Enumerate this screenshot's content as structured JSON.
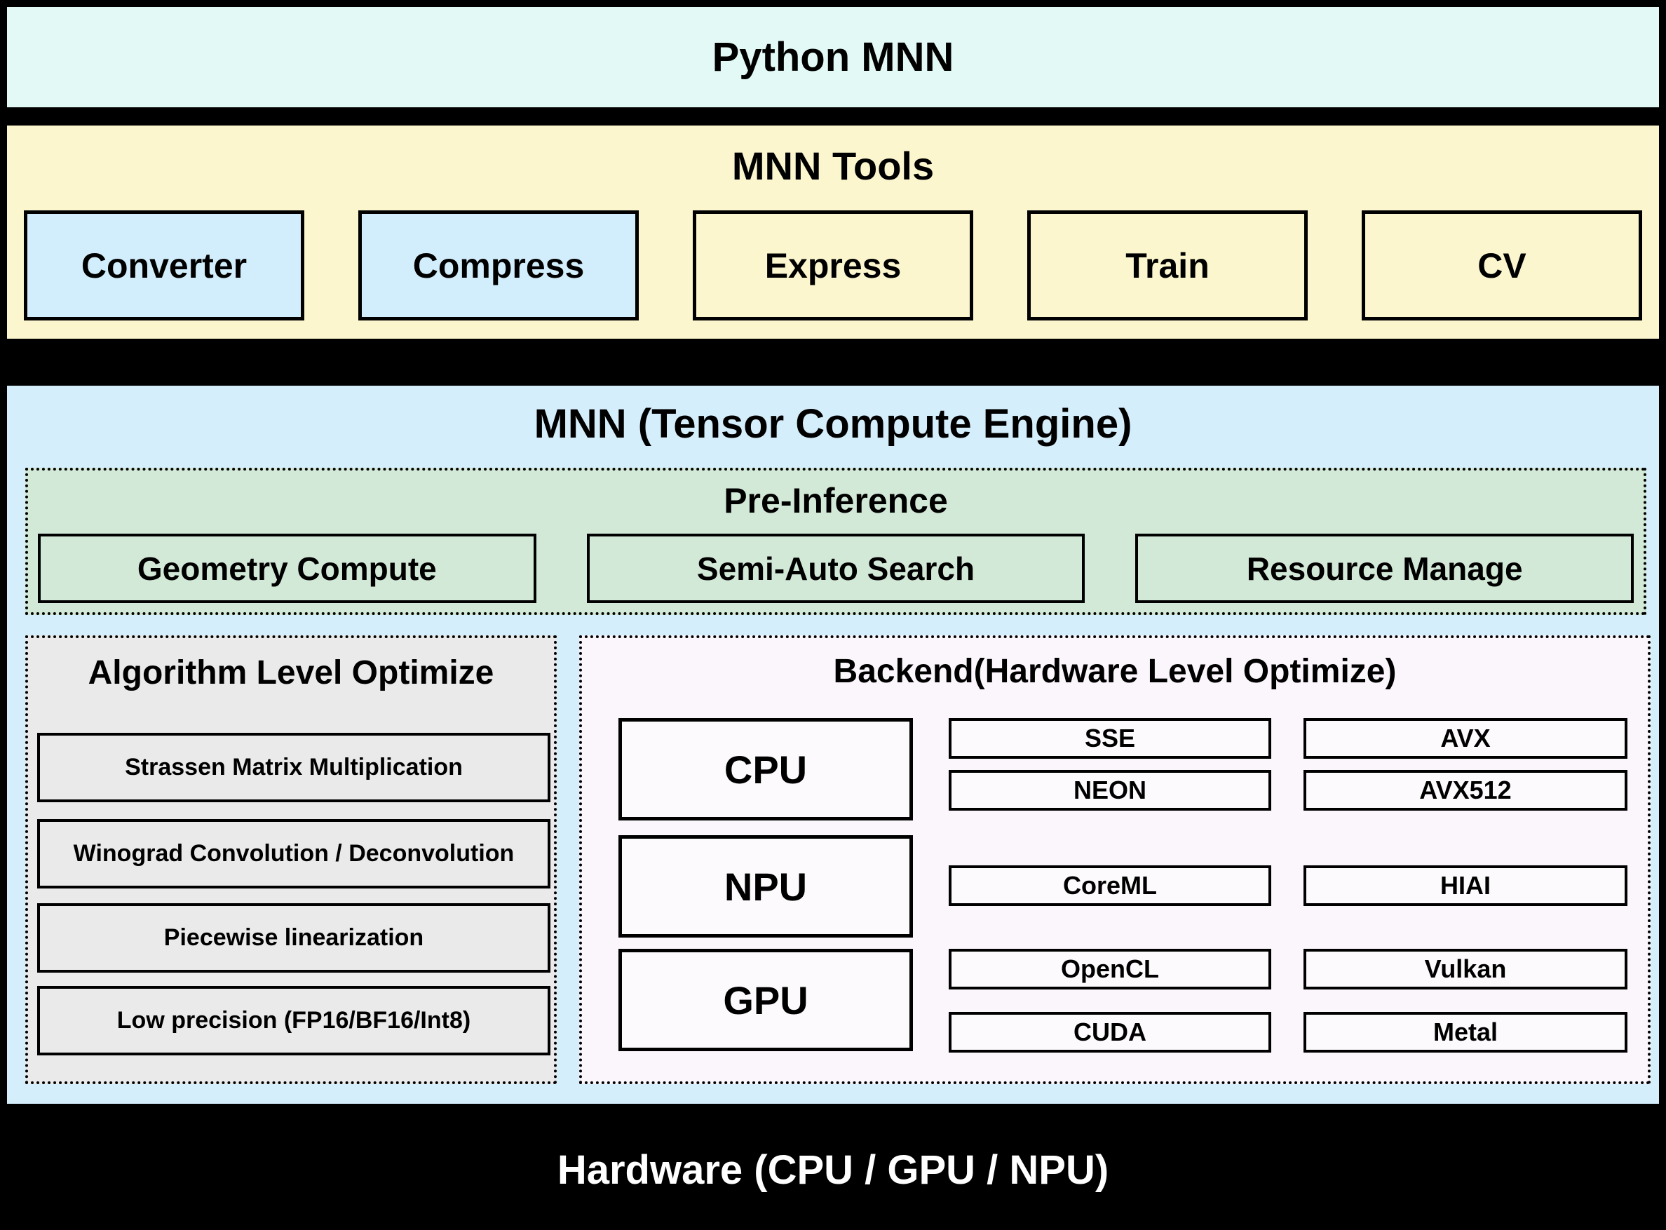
{
  "python_band": {
    "title": "Python MNN"
  },
  "tools_band": {
    "title": "MNN Tools",
    "boxes": [
      {
        "label": "Converter",
        "style": "blue"
      },
      {
        "label": "Compress",
        "style": "blue"
      },
      {
        "label": "Express",
        "style": "yellow"
      },
      {
        "label": "Train",
        "style": "yellow"
      },
      {
        "label": "CV",
        "style": "yellow"
      }
    ]
  },
  "engine_band": {
    "title": "MNN (Tensor Compute Engine)",
    "pre_inference": {
      "title": "Pre-Inference",
      "boxes": [
        {
          "label": "Geometry Compute"
        },
        {
          "label": "Semi-Auto Search"
        },
        {
          "label": "Resource Manage"
        }
      ]
    },
    "algorithm": {
      "title": "Algorithm Level Optimize",
      "items": [
        {
          "label": "Strassen Matrix Multiplication"
        },
        {
          "label": "Winograd Convolution / Deconvolution"
        },
        {
          "label": "Piecewise linearization"
        },
        {
          "label": "Low precision (FP16/BF16/Int8)"
        }
      ]
    },
    "backend": {
      "title": "Backend(Hardware Level Optimize)",
      "processors": [
        {
          "label": "CPU"
        },
        {
          "label": "NPU"
        },
        {
          "label": "GPU"
        }
      ],
      "accelerators": [
        {
          "label": "SSE"
        },
        {
          "label": "AVX"
        },
        {
          "label": "NEON"
        },
        {
          "label": "AVX512"
        },
        {
          "label": "CoreML"
        },
        {
          "label": "HIAI"
        },
        {
          "label": "OpenCL"
        },
        {
          "label": "Vulkan"
        },
        {
          "label": "CUDA"
        },
        {
          "label": "Metal"
        }
      ]
    }
  },
  "hardware_band": {
    "title": "Hardware (CPU / GPU / NPU)"
  },
  "colors": {
    "frame_bg": "#000000",
    "python_band_bg": "#e2f9f5",
    "tools_band_bg": "#fbf6ce",
    "tool_box_blue": "#d2edfb",
    "engine_band_bg": "#d5eefb",
    "pre_inference_bg": "#d3e9d7",
    "algorithm_bg": "#eaeaea",
    "backend_bg": "#fbf5fc",
    "backend_box_bg": "#fdfafd",
    "hardware_text": "#ffffff"
  }
}
